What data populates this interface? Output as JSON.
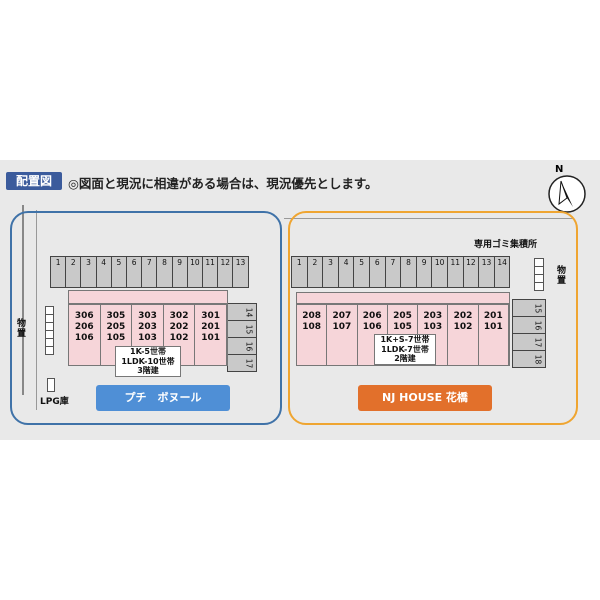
{
  "header": {
    "tag": "配置図",
    "note": "◎図面と現況に相違がある場合は、現況優先とします。",
    "compass": "N"
  },
  "west": {
    "name": "プチ　ボヌール",
    "parking_top": [
      "1",
      "2",
      "3",
      "4",
      "5",
      "6",
      "7",
      "8",
      "9",
      "10",
      "11",
      "12",
      "13"
    ],
    "parking_side": [
      "14",
      "15",
      "16",
      "17"
    ],
    "units": [
      [
        "306",
        "206",
        "106"
      ],
      [
        "305",
        "205",
        "105"
      ],
      [
        "303",
        "203",
        "103"
      ],
      [
        "302",
        "202",
        "102"
      ],
      [
        "301",
        "201",
        "101"
      ]
    ],
    "info": [
      "1K-5世帯",
      "1LDK-10世帯",
      "3階建"
    ],
    "storage_label": "物置",
    "lpg_label": "LPG庫"
  },
  "east": {
    "name": "NJ HOUSE 花橋",
    "parking_top": [
      "1",
      "2",
      "3",
      "4",
      "5",
      "6",
      "7",
      "8",
      "9",
      "10",
      "11",
      "12",
      "13",
      "14"
    ],
    "parking_side": [
      "15",
      "16",
      "17",
      "18"
    ],
    "units": [
      "208/108",
      "207/107",
      "206/106",
      "205/105",
      "203/103",
      "202/102",
      "201/101"
    ],
    "info": [
      "1K+S-7世帯",
      "1LDK-7世帯",
      "2階建"
    ],
    "garbage_label": "専用ゴミ集積所",
    "storage_label": "物置"
  }
}
